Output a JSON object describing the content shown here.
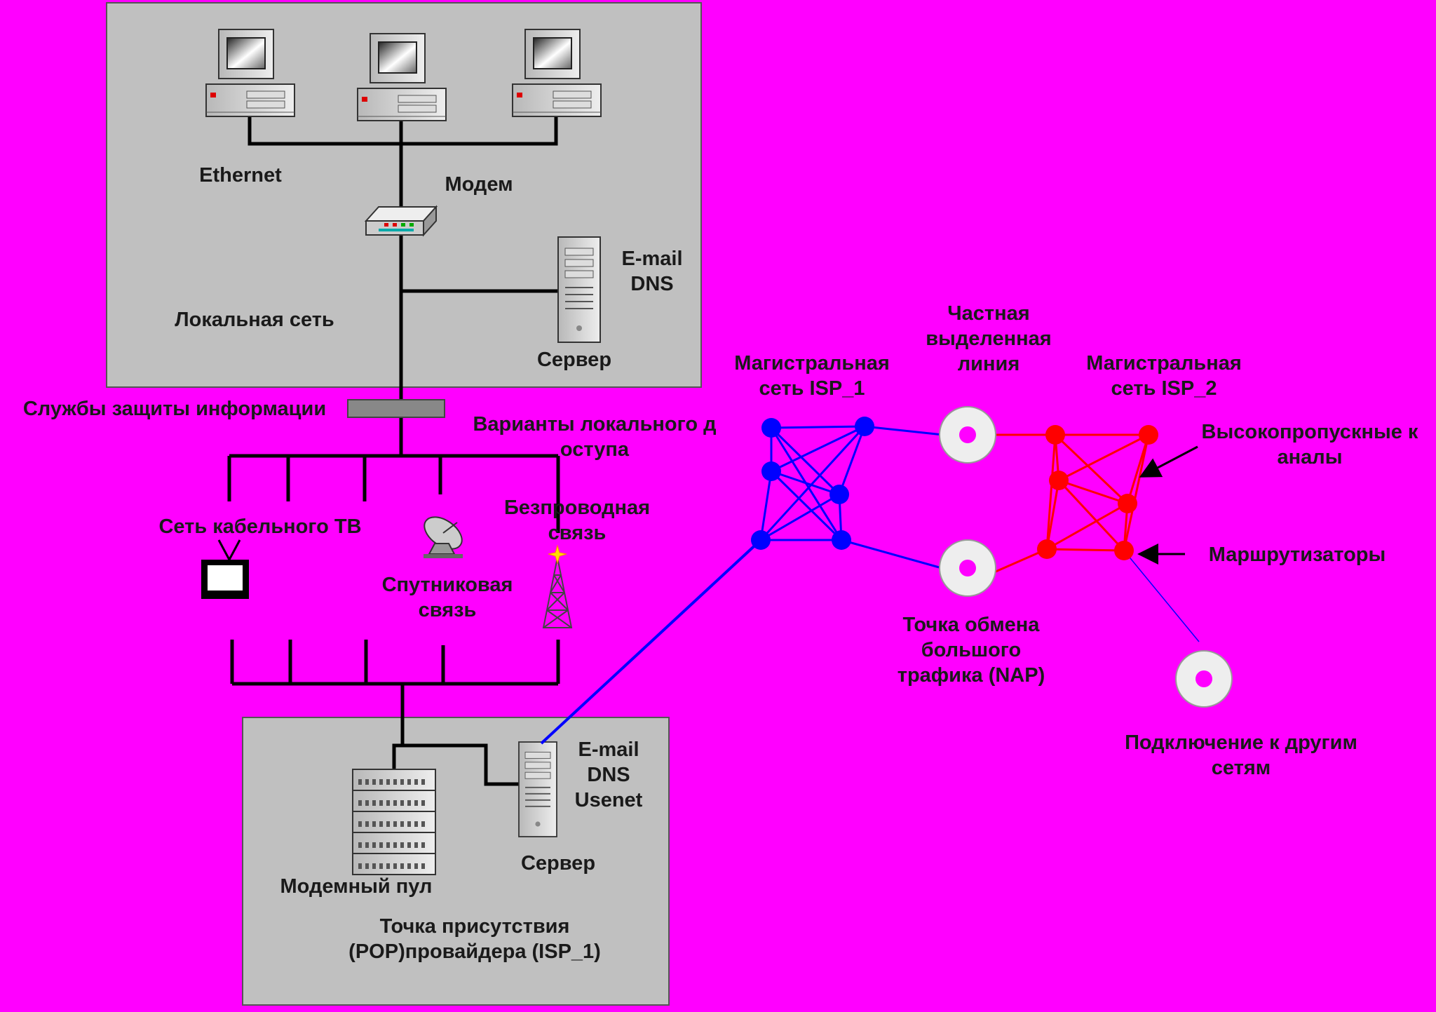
{
  "colors": {
    "background": "#ff00ff",
    "panel": "#c0c0c0",
    "isp1": "#0000ff",
    "isp2": "#ff0000",
    "wire": "#000000"
  },
  "lan": {
    "ethernet_label": "Ethernet",
    "modem_label": "Модем",
    "server_services": [
      "E-mail",
      "DNS"
    ],
    "server_label": "Сервер",
    "panel_label": "Локальная сеть"
  },
  "security_label": "Службы защиты информации",
  "access": {
    "title": [
      "Варианты локального д",
      "оступа"
    ],
    "cable_tv": "Сеть кабельного ТВ",
    "satellite": [
      "Спутниковая",
      "связь"
    ],
    "wireless": [
      "Безпроводная",
      "связь"
    ]
  },
  "pop": {
    "server_services": [
      "E-mail",
      "DNS",
      "Usenet"
    ],
    "server_label": "Сервер",
    "modem_pool_label": "Модемный пул",
    "panel_label": [
      "Точка присутствия",
      "(POP)провайдера (ISP_1)"
    ]
  },
  "backbone": {
    "isp1_label": [
      "Магистральная",
      "сеть ISP_1"
    ],
    "private_line_label": [
      "Частная",
      "выделенная",
      "линия"
    ],
    "isp2_label": [
      "Магистральная",
      "сеть ISP_2"
    ],
    "high_bandwidth_label": [
      "Высокопропускные к",
      "аналы"
    ],
    "routers_label": "Маршрутизаторы",
    "nap_label": [
      "Точка обмена",
      "большого",
      "трафика (NAP)"
    ],
    "other_networks_label": [
      "Подключение к другим",
      "сетям"
    ]
  }
}
